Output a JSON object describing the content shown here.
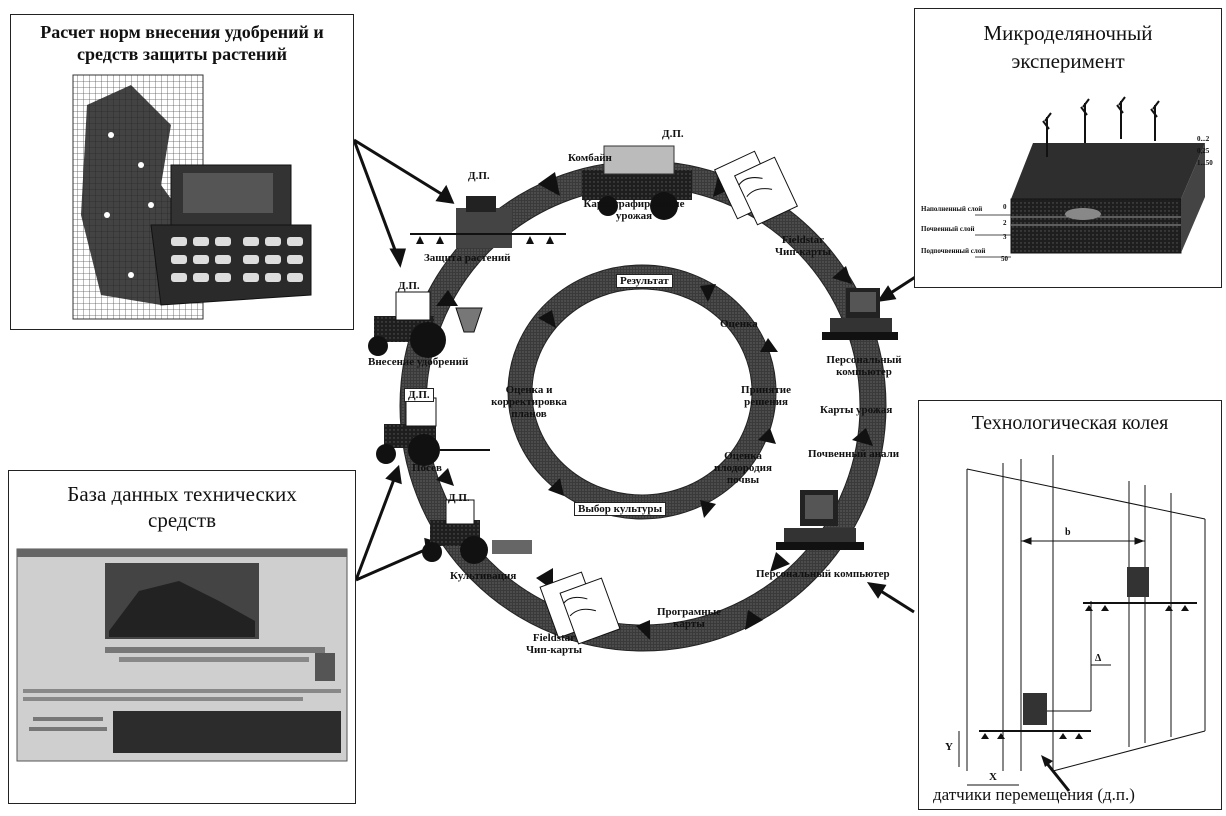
{
  "panels": {
    "top_left": {
      "title_line1": "Расчет норм внесения удобрений и",
      "title_line2": "средств защиты растений"
    },
    "bottom_left": {
      "title_line1": "База данных технических",
      "title_line2": "средств"
    },
    "top_right": {
      "title_line1": "Микроделяночный",
      "title_line2": "эксперимент",
      "layer1": "Наполненный слой",
      "layer2": "Почвенный слой",
      "layer3": "Подпочвенный слой",
      "scale_top": "0",
      "scale_mid1": "2",
      "scale_mid2": "3",
      "scale_bot": "50",
      "r1": "0...2",
      "r2": "0,25",
      "r3": "1...50"
    },
    "bottom_right": {
      "title": "Технологическая колея",
      "dim_b": "b",
      "dim_delta": "Δ",
      "dim_y": "Y",
      "dim_x": "X",
      "caption": "датчики перемещения (д.п.)"
    }
  },
  "outer_cycle": {
    "dp_top": "Д.П.",
    "combine": "Комбайн",
    "dp_combine": "Д.П.",
    "harvest_mapping_1": "Картографирование",
    "harvest_mapping_2": "урожая",
    "fieldstar_top_1": "Fieldstar",
    "fieldstar_top_2": "Чип-карты",
    "pc_right_1": "Персональный",
    "pc_right_2": "компьютер",
    "yield_maps": "Карты урожая",
    "soil_analysis": "Почвенный анали",
    "pc_bottom": "Персональный компьютер",
    "program_maps_1": "Програмные",
    "program_maps_2": "карты",
    "fieldstar_bot_1": "Fieldstar",
    "fieldstar_bot_2": "Чип-карты",
    "cultivation": "Культивация",
    "dp_cult": "Д.П.",
    "sowing": "Посев",
    "dp_sow": "Д.П.",
    "fertilizing": "Внесение удобрений",
    "dp_fert": "Д.П.",
    "plant_protection": "Защита растений"
  },
  "inner_cycle": {
    "result": "Результат",
    "assessment": "Оценка",
    "decision_1": "Принятие",
    "decision_2": "решения",
    "fertility_1": "Оценка",
    "fertility_2": "плодородия",
    "fertility_3": "почвы",
    "crop_choice": "Выбор культуры",
    "plans_1": "Оценка и",
    "plans_2": "корректировка",
    "plans_3": "планов"
  }
}
